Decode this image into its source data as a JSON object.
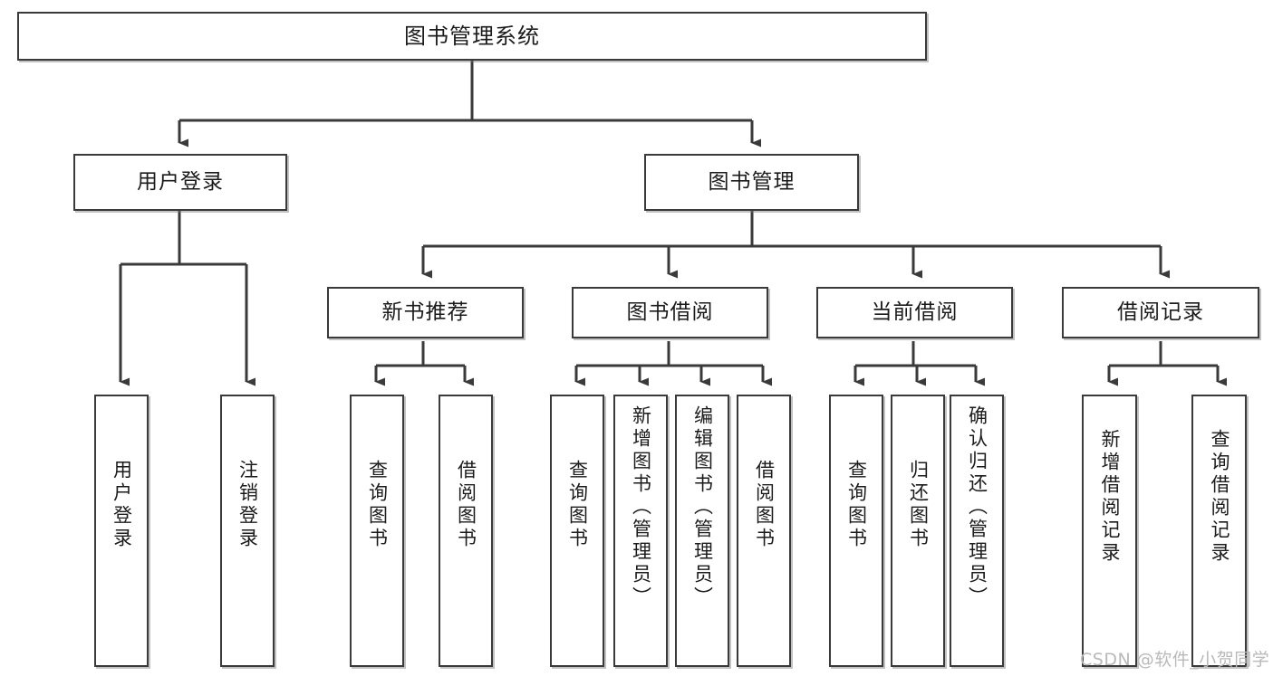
{
  "diagram": {
    "type": "hierarchy-tree",
    "title": "图书管理系统",
    "levels": {
      "root": {
        "label": "图书管理系统"
      },
      "level2": [
        {
          "id": "user-login",
          "label": "用户登录"
        },
        {
          "id": "book-management",
          "label": "图书管理"
        }
      ],
      "level3": [
        {
          "id": "new-book-recommend",
          "label": "新书推荐",
          "parent": "book-management"
        },
        {
          "id": "book-borrow",
          "label": "图书借阅",
          "parent": "book-management"
        },
        {
          "id": "current-borrow",
          "label": "当前借阅",
          "parent": "book-management"
        },
        {
          "id": "borrow-record",
          "label": "借阅记录",
          "parent": "book-management"
        }
      ],
      "leaves": [
        {
          "id": "leaf-user-login",
          "label": "用户登录",
          "parent": "user-login"
        },
        {
          "id": "leaf-logout",
          "label": "注销登录",
          "parent": "user-login"
        },
        {
          "id": "leaf-query-book-1",
          "label": "查询图书",
          "parent": "new-book-recommend"
        },
        {
          "id": "leaf-borrow-book-1",
          "label": "借阅图书",
          "parent": "new-book-recommend"
        },
        {
          "id": "leaf-query-book-2",
          "label": "查询图书",
          "parent": "book-borrow"
        },
        {
          "id": "leaf-add-book",
          "label": "新增图书（管理员）",
          "parent": "book-borrow"
        },
        {
          "id": "leaf-edit-book",
          "label": "编辑图书（管理员）",
          "parent": "book-borrow"
        },
        {
          "id": "leaf-borrow-book-2",
          "label": "借阅图书",
          "parent": "book-borrow"
        },
        {
          "id": "leaf-query-book-3",
          "label": "查询图书",
          "parent": "current-borrow"
        },
        {
          "id": "leaf-return-book",
          "label": "归还图书",
          "parent": "current-borrow"
        },
        {
          "id": "leaf-confirm-return",
          "label": "确认归还（管理员）",
          "parent": "current-borrow"
        },
        {
          "id": "leaf-add-record",
          "label": "新增借阅记录",
          "parent": "borrow-record"
        },
        {
          "id": "leaf-query-record",
          "label": "查询借阅记录",
          "parent": "borrow-record"
        }
      ]
    },
    "colors": {
      "box_border": "#3a3a3a",
      "box_fill": "#ffffff",
      "edge": "#3a3a3a",
      "text": "#1b1b1b",
      "watermark": "#b9b9b9"
    }
  },
  "watermark": {
    "text": "CSDN @软件_小贺同学"
  }
}
